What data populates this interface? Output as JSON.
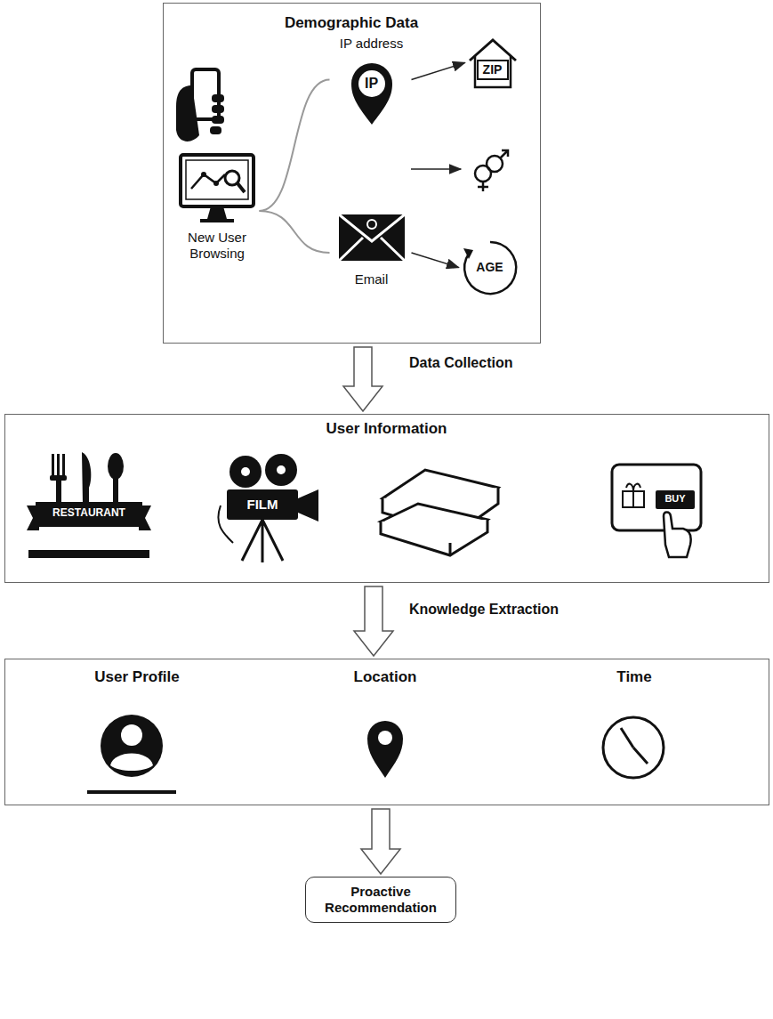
{
  "diagram": {
    "nodes": [
      {
        "text": [
          "Demographic Data"
        ]
      },
      {
        "text": [
          "New User Browsing"
        ],
        "in": 0
      },
      {
        "text": [
          "IP address",
          "IP"
        ],
        "in": 0
      },
      {
        "text": [
          "ZIP"
        ],
        "in": 0
      },
      {
        "text": [
          "Email"
        ],
        "in": 0
      },
      {
        "text": [
          "AGE"
        ],
        "in": 0
      },
      {
        "text": [
          "User Information"
        ]
      },
      {
        "text": [
          "User Profile",
          "Location",
          "Time"
        ]
      },
      {
        "text": [
          "Proactive Recommendation"
        ]
      }
    ],
    "edges": [
      {
        "from": 1,
        "to": 2,
        "arrow": "none"
      },
      {
        "from": 1,
        "to": 4,
        "arrow": "none"
      },
      {
        "from": 2,
        "to": 3,
        "arrow": "to"
      },
      {
        "from": 4,
        "to": 5,
        "arrow": "to"
      },
      {
        "from": 0,
        "to": 6,
        "label": "Data Collection",
        "arrow": "to"
      },
      {
        "from": 6,
        "to": 7,
        "label": "Knowledge Extraction",
        "arrow": "to"
      },
      {
        "from": 7,
        "to": 8,
        "arrow": "to"
      }
    ],
    "labels": [
      "RESTAURANT",
      "FILM",
      "BUY"
    ]
  }
}
